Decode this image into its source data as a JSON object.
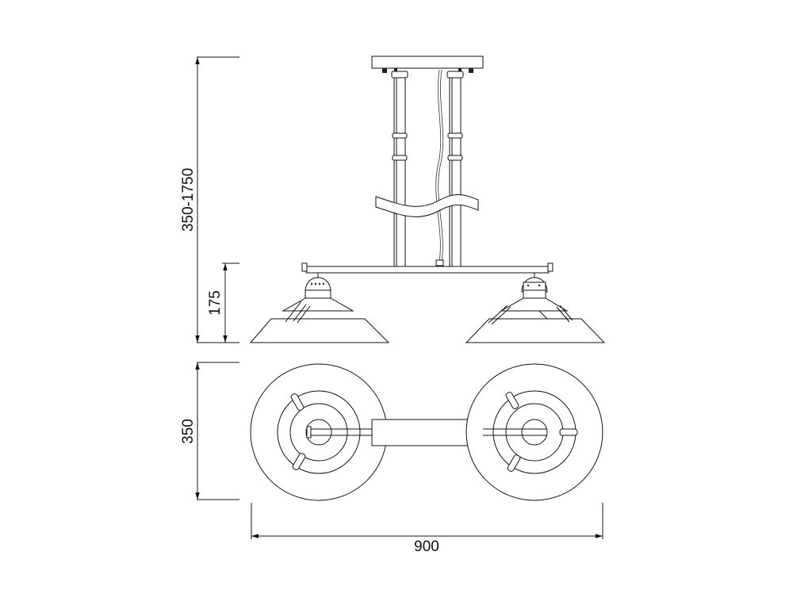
{
  "dimensions": {
    "overall_height": "350-1750",
    "shade_height": "175",
    "shade_diameter": "350",
    "total_width": "900"
  }
}
